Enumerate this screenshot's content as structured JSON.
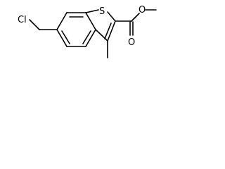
{
  "structure": {
    "atoms": {
      "chlorine": "Cl",
      "sulfur": "S",
      "carbonyl_oxygen": "O",
      "ester_oxygen": "O"
    }
  },
  "colors": {
    "bond": "#000000",
    "text": "#000000",
    "background": "#ffffff"
  }
}
